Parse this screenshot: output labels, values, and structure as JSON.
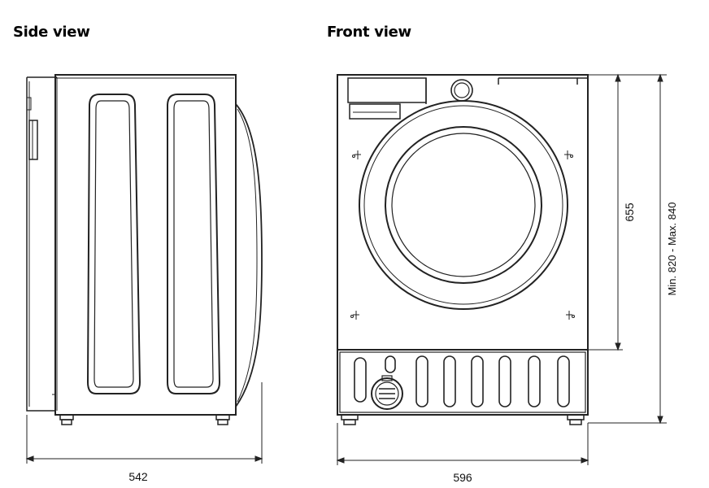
{
  "views": {
    "side_title": "Side view",
    "front_title": "Front view"
  },
  "dimensions": {
    "side_width": "542",
    "front_width": "596",
    "door_height": "655",
    "total_height": "Min. 820 - Max. 840"
  }
}
